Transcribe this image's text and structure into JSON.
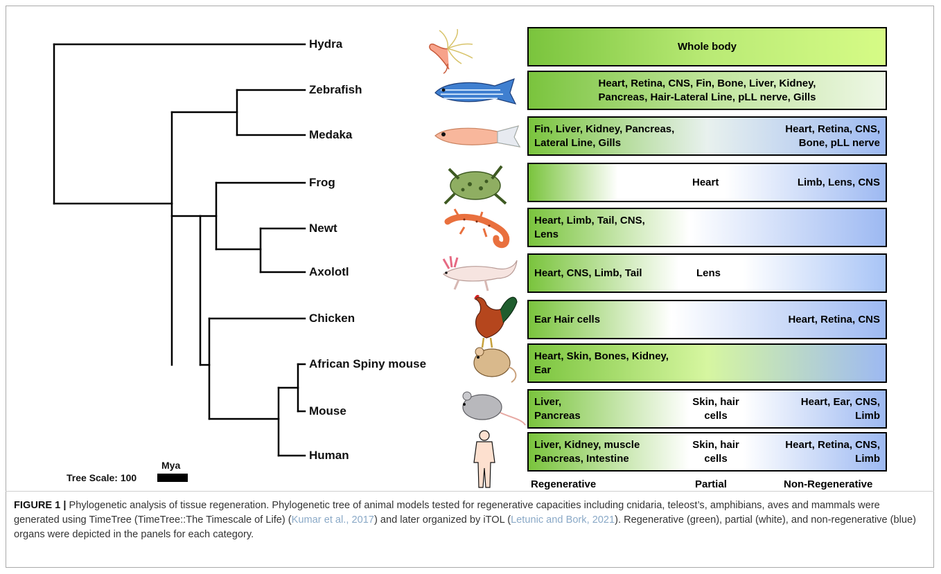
{
  "taxa": [
    {
      "name": "Hydra"
    },
    {
      "name": "Zebrafish"
    },
    {
      "name": "Medaka"
    },
    {
      "name": "Frog"
    },
    {
      "name": "Newt"
    },
    {
      "name": "Axolotl"
    },
    {
      "name": "Chicken"
    },
    {
      "name": "African Spiny mouse"
    },
    {
      "name": "Mouse"
    },
    {
      "name": "Human"
    }
  ],
  "scale": {
    "unit": "Mya",
    "label": "Tree Scale: 100"
  },
  "panels": [
    {
      "id": "hydra",
      "texts": {
        "center": "Whole body"
      }
    },
    {
      "id": "zebrafish",
      "texts": {
        "center": "Heart, Retina, CNS, Fin, Bone, Liver, Kidney,\nPancreas, Hair-Lateral Line, pLL nerve, Gills"
      }
    },
    {
      "id": "medaka",
      "texts": {
        "left": "Fin, Liver, Kidney, Pancreas,\nLateral Line,  Gills",
        "right": "Heart, Retina, CNS,\nBone, pLL nerve"
      }
    },
    {
      "id": "frog",
      "texts": {
        "mid": "Heart",
        "right": "Limb, Lens, CNS"
      }
    },
    {
      "id": "newt",
      "texts": {
        "left": "Heart, Limb, Tail, CNS,\nLens"
      }
    },
    {
      "id": "axolotl",
      "texts": {
        "left": "Heart, CNS, Limb, Tail",
        "mid": "Lens"
      }
    },
    {
      "id": "chicken",
      "texts": {
        "left": "Ear Hair cells",
        "right": "Heart, Retina, CNS"
      }
    },
    {
      "id": "spiny",
      "texts": {
        "left": "Heart, Skin, Bones, Kidney,\nEar"
      }
    },
    {
      "id": "mouse",
      "texts": {
        "left": "Liver,\nPancreas",
        "mid": "Skin, hair\ncells",
        "right": "Heart, Ear, CNS,\nLimb"
      }
    },
    {
      "id": "human",
      "texts": {
        "left": "Liver, Kidney, muscle\nPancreas, Intestine",
        "mid": "Skin, hair\ncells",
        "right": "Heart, Retina, CNS,\nLimb"
      }
    }
  ],
  "axis": {
    "regenerative": "Regenerative",
    "partial": "Partial",
    "non_regenerative": "Non-Regenerative"
  },
  "colors": {
    "regenerative": "#7cc63f",
    "partial": "#ffffff",
    "non_regenerative": "#9db9f2",
    "whole_body": "#d6fb86"
  },
  "caption": {
    "figure_label": "FIGURE 1 |",
    "part1": " Phylogenetic analysis of tissue regeneration. Phylogenetic tree of animal models tested for regenerative capacities including cnidaria, teleost’s, amphibians, aves and mammals were generated using TimeTree (TimeTree::The Timescale of Life) (",
    "cite1": "Kumar et al., 2017",
    "part2": ") and later organized by iTOL (",
    "cite2": "Letunic and Bork, 2021",
    "part3": "). Regenerative (green), partial (white), and non-regenerative (blue) organs were depicted in the panels for each category."
  }
}
